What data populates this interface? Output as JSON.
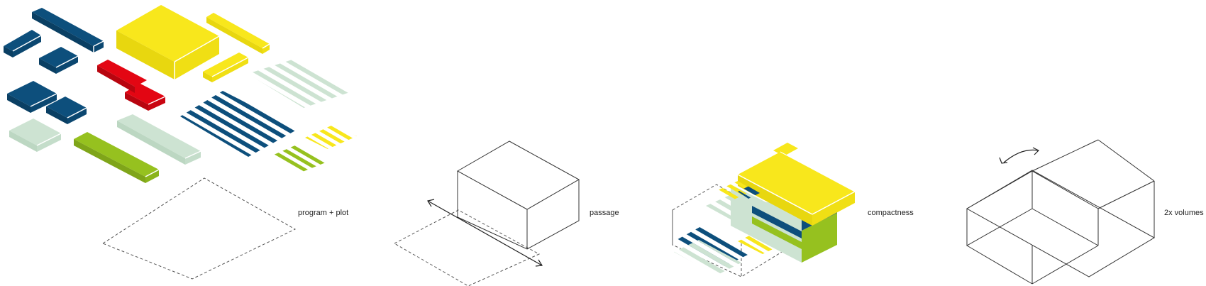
{
  "labels": {
    "program_plot": "program + plot",
    "passage": "passage",
    "compactness": "compactness",
    "volumes": "2x volumes"
  },
  "colors": {
    "blue": "#0d4f7c",
    "yellow": "#f8e71c",
    "red": "#e30613",
    "green": "#96c11f",
    "pale_green": "#cde3d2",
    "line": "#333333"
  }
}
